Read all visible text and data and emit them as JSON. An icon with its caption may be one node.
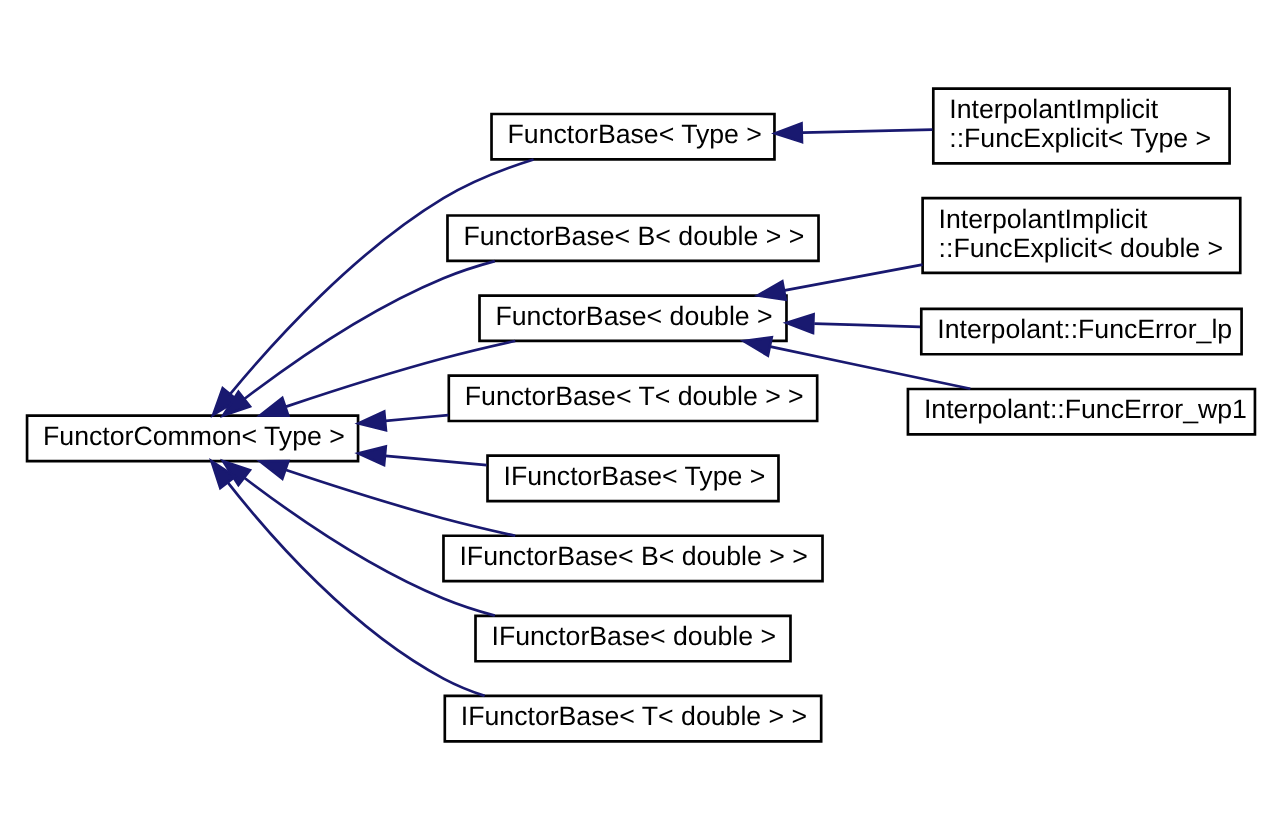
{
  "diagram": {
    "nodes": [
      {
        "text": [
          "FunctorCommon< Type >"
        ]
      },
      {
        "text": [
          "FunctorBase< Type >"
        ]
      },
      {
        "text": [
          "FunctorBase< B< double > >"
        ]
      },
      {
        "text": [
          "FunctorBase< double >"
        ]
      },
      {
        "text": [
          "FunctorBase< T< double > >"
        ]
      },
      {
        "text": [
          "IFunctorBase< Type >"
        ]
      },
      {
        "text": [
          "IFunctorBase< B< double > >"
        ]
      },
      {
        "text": [
          "IFunctorBase< double >"
        ]
      },
      {
        "text": [
          "IFunctorBase< T< double > >"
        ]
      },
      {
        "text": [
          "InterpolantImplicit ::FuncExplicit< Type >"
        ]
      },
      {
        "text": [
          "InterpolantImplicit ::FuncExplicit< double >"
        ]
      },
      {
        "text": [
          "Interpolant::FuncError_lp"
        ]
      },
      {
        "text": [
          "Interpolant::FuncError_wp1"
        ]
      }
    ],
    "edges": [
      {
        "from": 1,
        "to": 0,
        "arrow": "to"
      },
      {
        "from": 2,
        "to": 0,
        "arrow": "to"
      },
      {
        "from": 3,
        "to": 0,
        "arrow": "to"
      },
      {
        "from": 4,
        "to": 0,
        "arrow": "to"
      },
      {
        "from": 5,
        "to": 0,
        "arrow": "to"
      },
      {
        "from": 6,
        "to": 0,
        "arrow": "to"
      },
      {
        "from": 7,
        "to": 0,
        "arrow": "to"
      },
      {
        "from": 8,
        "to": 0,
        "arrow": "to"
      },
      {
        "from": 9,
        "to": 1,
        "arrow": "to"
      },
      {
        "from": 10,
        "to": 3,
        "arrow": "to"
      },
      {
        "from": 11,
        "to": 3,
        "arrow": "to"
      },
      {
        "from": 12,
        "to": 3,
        "arrow": "to"
      }
    ]
  }
}
